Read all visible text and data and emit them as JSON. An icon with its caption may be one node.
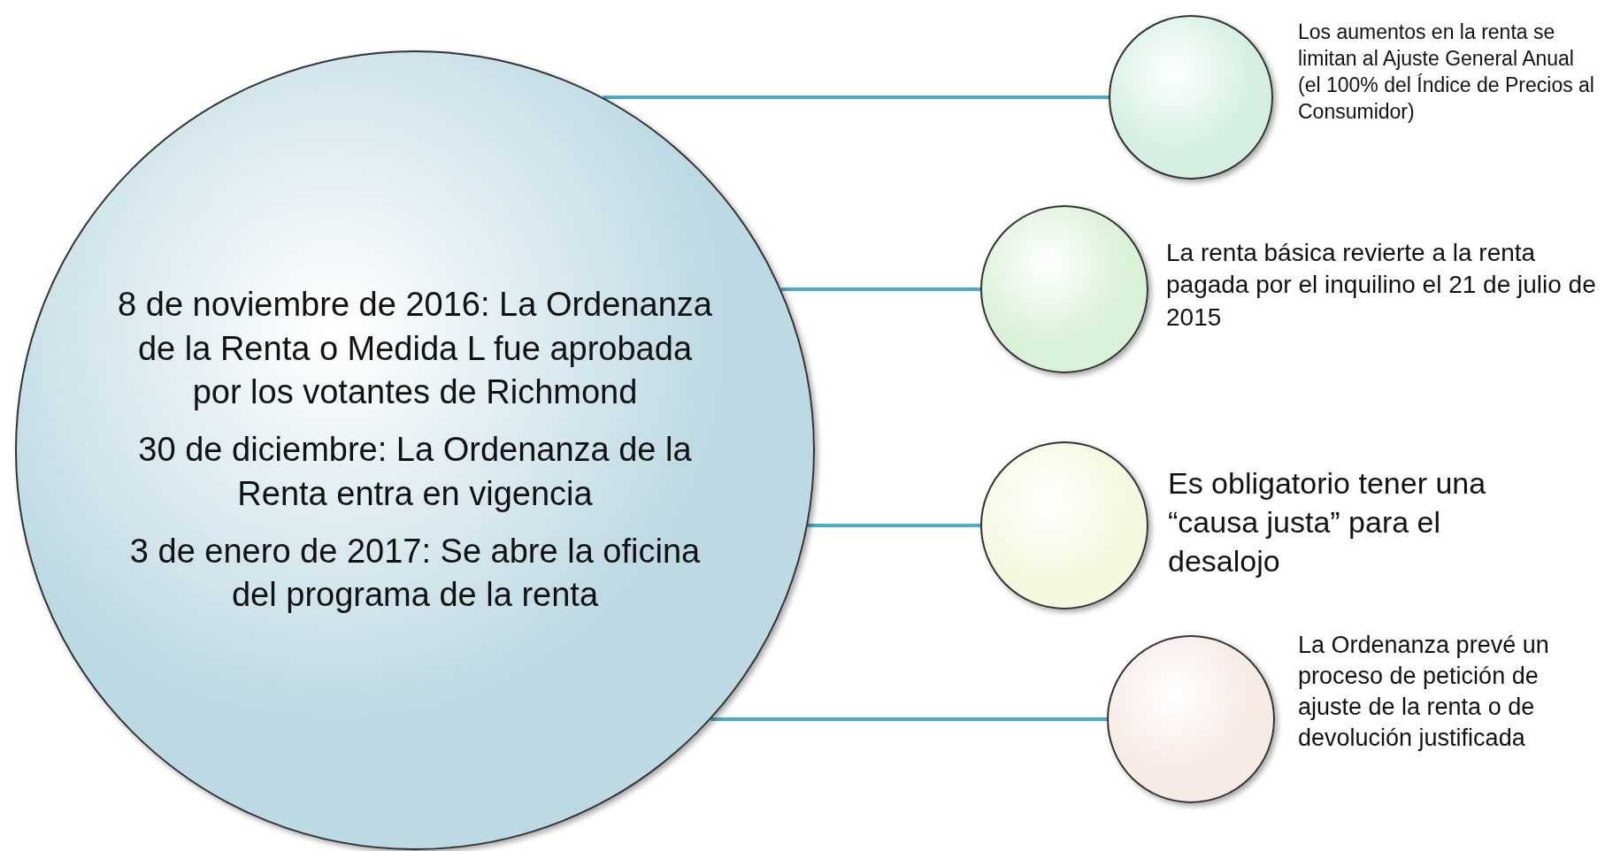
{
  "diagram": {
    "nodes": [
      {
        "text": [
          "8 de noviembre de 2016: La Ordenanza de la Renta o Medida L fue aprobada por los votantes de Richmond",
          "30 de diciembre: La Ordenanza de la Renta entra en vigencia",
          "3 de enero de 2017: Se abre la oficina del programa de la renta"
        ]
      },
      {
        "text": [],
        "shape": "circle",
        "beside": [
          "Los aumentos en la renta se limitan al Ajuste General Anual (el 100% del Índice de Precios al Consumidor)"
        ]
      },
      {
        "text": [],
        "shape": "circle",
        "beside": [
          "La renta básica revierte a la renta pagada por el inquilino el 21 de julio de 2015"
        ]
      },
      {
        "text": [],
        "shape": "circle",
        "beside": [
          "Es obligatorio tener una “causa justa” para el desalojo"
        ]
      },
      {
        "text": [],
        "shape": "circle",
        "beside": [
          "La Ordenanza prevé un proceso de petición de ajuste de la renta o de devolución justificada"
        ]
      }
    ],
    "edges": [
      {
        "from": 0,
        "to": 1,
        "arrow": "none"
      },
      {
        "from": 0,
        "to": 2,
        "arrow": "none"
      },
      {
        "from": 0,
        "to": 3,
        "arrow": "none"
      },
      {
        "from": 0,
        "to": 4,
        "arrow": "none"
      }
    ]
  }
}
